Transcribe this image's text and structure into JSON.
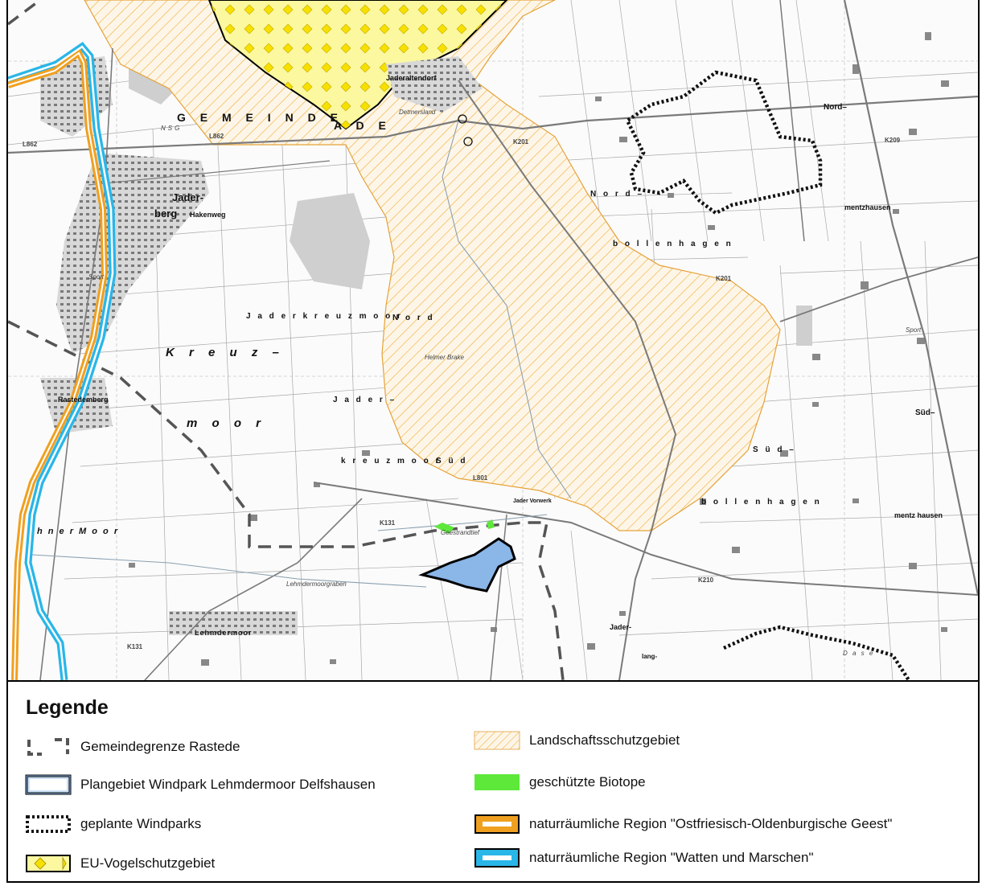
{
  "map": {
    "labels": {
      "gemeinde": "G E M E I N D E",
      "jade": "A D E",
      "jaderaltendorf": "Jaderaltendorf",
      "detmersland": "Detmersland",
      "nsg": "NSG",
      "jaderberg_1": "Jader-",
      "jaderberg_2": "berg",
      "hakenweg": "Hakenweg",
      "sport_1": "Sport",
      "jaderkreuzmoor": "J a d e r k r e u z m o o r",
      "nord": "N o r d",
      "kreuz": "K r e u z –",
      "moor": "m o o r",
      "rastedemberg": "Rastedemberg",
      "jader_2": "J a d e r –",
      "kreuzmoor": "k r e u z m o o r",
      "sued": "S ü d",
      "nord_bollenhagen_1": "N o r d –",
      "bollenhagen_n": "b o l l e n h a g e n",
      "nord_mentz_1": "Nord–",
      "mentzhausen_n": "mentzhausen",
      "sued_bollenhagen_1": "S ü d –",
      "bollenhagen_s": "b o l l e n h a g e n",
      "sued_mentz_1": "Süd–",
      "mentz_hausen_s": "mentz hausen",
      "sport_2": "Sport",
      "jader_vorwerk": "Jader Vorwerk",
      "lehmdermoor": "Lehmdermoor",
      "jader_lang_1": "Jader-",
      "jader_lang_2": "lang-",
      "hahner_moor": "h n e r   M o o r",
      "dase": "D a s e",
      "helmer_brake": "Helmer Brake",
      "geestrandtief": "Geestrandtief",
      "lehmdermoorgraben": "Lehmdermoorgraben",
      "road_l862_a": "L862",
      "road_l862_b": "L862",
      "road_l801": "L801",
      "road_k201": "K201",
      "road_k131_a": "K131",
      "road_k131_b": "K131",
      "road_k210": "K210",
      "road_k201_b": "K201",
      "road_k209": "K209"
    },
    "colors": {
      "lsg_stripe": "#f0b040",
      "lsg_fill": "#fdf6e8",
      "eu_fill": "#fbf8a0",
      "eu_diamond": "#f6e000",
      "plangebiet": "#8ab6e8",
      "biotope": "#5de83a",
      "geest": "#f0a020",
      "watten": "#29b6e8",
      "settlement": "#8a8a8a",
      "forest": "#cfcfcf"
    }
  },
  "legend": {
    "title": "Legende",
    "items": [
      {
        "label": "Gemeindegrenze Rastede",
        "symbol": "gemeindegrenze-icon"
      },
      {
        "label": "Plangebiet Windpark Lehmdermoor Delfshausen",
        "symbol": "plangebiet-icon"
      },
      {
        "label": "geplante Windparks",
        "symbol": "windparks-icon"
      },
      {
        "label": "EU-Vogelschutzgebiet",
        "symbol": "vogelschutz-icon"
      },
      {
        "label": "Landschaftsschutzgebiet",
        "symbol": "lsg-icon"
      },
      {
        "label": "geschützte Biotope",
        "symbol": "biotope-icon"
      },
      {
        "label": "naturräumliche Region \"Ostfriesisch-Oldenburgische Geest\"",
        "symbol": "geest-icon"
      },
      {
        "label": "naturräumliche Region \"Watten und Marschen\"",
        "symbol": "watten-icon"
      }
    ]
  }
}
